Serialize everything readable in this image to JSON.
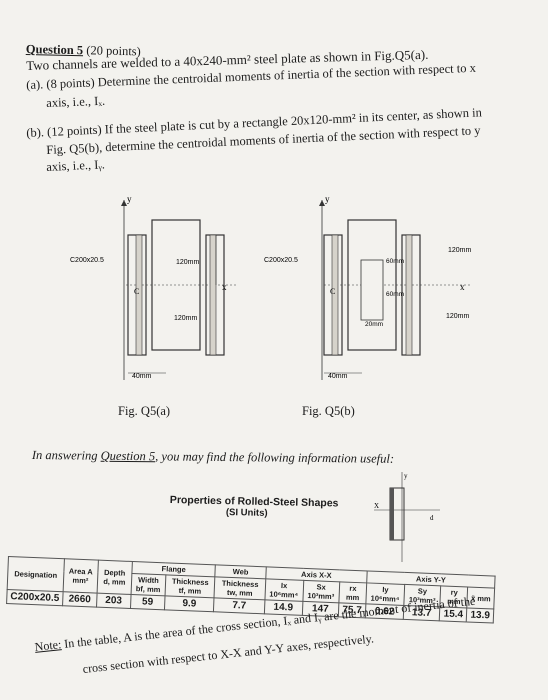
{
  "question": {
    "number": "Question 5",
    "points": " (20 points)",
    "intro": "Two channels are welded to a 40x240-mm² steel plate as shown in Fig.Q5(a).",
    "part_a_1": "(a). (8 points) Determine the centroidal moments of inertia of the section with respect to x",
    "part_a_2": "axis, i.e., Iₓ.",
    "part_b_1": "(b). (12 points) If the steel plate is cut by a rectangle 20x120-mm² in its center, as shown in",
    "part_b_2": "Fig. Q5(b), determine the centroidal moments of inertia of the section with respect to y",
    "part_b_3": "axis, i.e., Iᵧ."
  },
  "figures": {
    "a": {
      "caption": "Fig. Q5(a)",
      "channel": "C200x20.5",
      "dim_upper": "120mm",
      "dim_lower": "120mm",
      "dim_width": "40mm",
      "centroid": "C",
      "xaxis": "x",
      "yaxis": "y"
    },
    "b": {
      "caption": "Fig. Q5(b)",
      "channel": "C200x20.5",
      "dim_upper": "120mm",
      "dim_60_top": "60mm",
      "dim_60_bottom": "60mm",
      "dim_lower": "120mm",
      "dim_width": "40mm",
      "cutout": "20mm",
      "centroid": "C",
      "xaxis": "x",
      "yaxis": "y"
    }
  },
  "useful": {
    "prefix": "In answering ",
    "question": "Question 5",
    "suffix": ", you may find the following information useful:"
  },
  "props": {
    "title": "Properties of Rolled-Steel Shapes",
    "subtitle": "(SI Units)",
    "sketch_y": "y",
    "sketch_x": "X",
    "sketch_d": "d",
    "headers": {
      "designation": "Designation",
      "area": "Area A mm²",
      "depth": "Depth d, mm",
      "flange": "Flange",
      "web": "Web",
      "width": "Width bf, mm",
      "thick_f": "Thickness tf, mm",
      "thick_w": "Thickness tw, mm",
      "axis_x": "Axis X-X",
      "axis_y": "Axis Y-Y",
      "ix": "Ix 10⁶mm⁴",
      "sx": "Sx 10³mm³",
      "rx": "rx mm",
      "iy": "Iy 10⁶mm⁴",
      "sy": "Sy 10³mm³",
      "ry": "ry mm",
      "xbar": "x̄ mm"
    },
    "row": [
      "C200x20.5",
      "2660",
      "203",
      "59",
      "9.9",
      "7.7",
      "14.9",
      "147",
      "75.7",
      "0.62",
      "13.7",
      "15.4",
      "13.9"
    ]
  },
  "note": {
    "label": "Note:",
    "line1": " In the table, A is the area of the cross section, Iₓ and Iᵧ are the moment of inertia of the",
    "line2": "cross section with respect to X-X and Y-Y axes, respectively."
  }
}
